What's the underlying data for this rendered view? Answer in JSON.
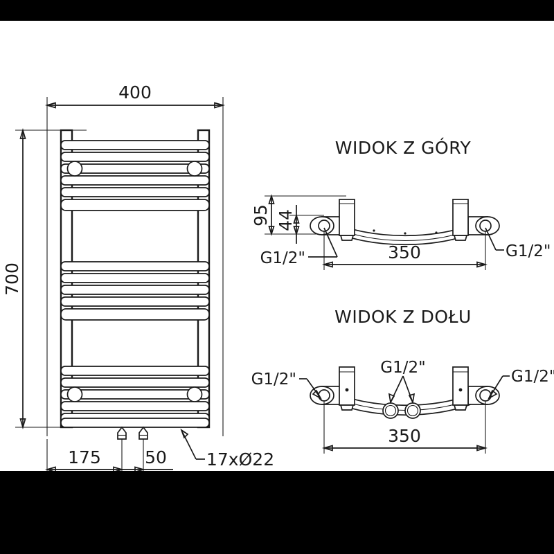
{
  "drawing": {
    "type": "technical-drawing",
    "subject": "towel-radiator",
    "background_color": "#ffffff",
    "letterbox_color": "#000000",
    "line_color": "#1a1a1a"
  },
  "front_view": {
    "width_dimension": "400",
    "height_dimension": "700",
    "bottom_left_dimension": "175",
    "bottom_right_dimension": "50",
    "hole_callout": "17xØ22",
    "rung_count": 17
  },
  "top_view": {
    "title": "WIDOK Z GÓRY",
    "depth_dimension": "95",
    "inner_depth_dimension": "44",
    "span_dimension": "350",
    "left_thread": "G1/2\"",
    "right_thread": "G1/2\""
  },
  "bottom_view": {
    "title": "WIDOK Z DOŁU",
    "span_dimension": "350",
    "left_thread": "G1/2\"",
    "center_thread": "G1/2\"",
    "right_thread": "G1/2\""
  }
}
